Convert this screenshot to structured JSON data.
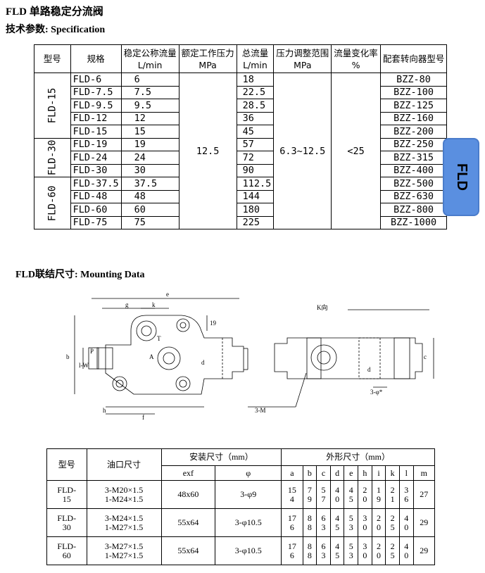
{
  "page": {
    "title": "FLD 单路稳定分流阀",
    "spec_heading": "技术参数: Specification",
    "mount_heading": "FLD联结尺寸: Mounting Data",
    "side_tab": "FLD"
  },
  "spec": {
    "headers": [
      "型号",
      "规格",
      "稳定公称流量\nL/min",
      "额定工作压力\nMPa",
      "总流量\nL/min",
      "压力调整范围\nMPa",
      "流量变化率\n%",
      "配套转向器型号"
    ],
    "shared": {
      "pressure": "12.5",
      "range": "6.3~12.5",
      "rate": "<25"
    },
    "groups": [
      {
        "model": "FLD-15",
        "rows": [
          {
            "spec": "FLD-6",
            "flow": "6",
            "total": "18",
            "bzz": "BZZ-80"
          },
          {
            "spec": "FLD-7.5",
            "flow": "7.5",
            "total": "22.5",
            "bzz": "BZZ-100"
          },
          {
            "spec": "FLD-9.5",
            "flow": "9.5",
            "total": "28.5",
            "bzz": "BZZ-125"
          },
          {
            "spec": "FLD-12",
            "flow": "12",
            "total": "36",
            "bzz": "BZZ-160"
          },
          {
            "spec": "FLD-15",
            "flow": "15",
            "total": "45",
            "bzz": "BZZ-200"
          }
        ]
      },
      {
        "model": "FLD-30",
        "rows": [
          {
            "spec": "FLD-19",
            "flow": "19",
            "total": "57",
            "bzz": "BZZ-250"
          },
          {
            "spec": "FLD-24",
            "flow": "24",
            "total": "72",
            "bzz": "BZZ-315"
          },
          {
            "spec": "FLD-30",
            "flow": "30",
            "total": "90",
            "bzz": "BZZ-400"
          }
        ]
      },
      {
        "model": "FLD-60",
        "rows": [
          {
            "spec": "FLD-37.5",
            "flow": "37.5",
            "total": "112.5",
            "bzz": "BZZ-500"
          },
          {
            "spec": "FLD-48",
            "flow": "48",
            "total": "144",
            "bzz": "BZZ-630"
          },
          {
            "spec": "FLD-60",
            "flow": "60",
            "total": "180",
            "bzz": "BZZ-800"
          },
          {
            "spec": "FLD-75",
            "flow": "75",
            "total": "225",
            "bzz": "BZZ-1000"
          }
        ]
      }
    ]
  },
  "drawing": {
    "labels": {
      "e": "e",
      "g": "g",
      "k": "k",
      "c19": "19",
      "T": "T",
      "A": "A",
      "P": "P",
      "lw": "l-W",
      "b": "b",
      "d": "d",
      "h": "h",
      "f": "f",
      "K": "K向",
      "c": "c",
      "m": "3-M",
      "phi": "3-φ*",
      "d2": "d"
    }
  },
  "mount": {
    "head1": [
      "型号",
      "油口尺寸",
      "安装尺寸（mm）",
      "外形尺寸（mm）"
    ],
    "head2": [
      "exf",
      "φ",
      "a",
      "b",
      "c",
      "d",
      "e",
      "h",
      "i",
      "k",
      "l",
      "m"
    ],
    "rows": [
      {
        "model": [
          "FLD-",
          "15"
        ],
        "port": [
          "3-M20×1.5",
          "1-M24×1.5"
        ],
        "exf": "48x60",
        "phi": "3-φ9",
        "dims": [
          [
            "15",
            "4"
          ],
          [
            "7",
            "9"
          ],
          [
            "5",
            "7"
          ],
          [
            "4",
            "0"
          ],
          [
            "4",
            "5"
          ],
          [
            "2",
            "0"
          ],
          [
            "1",
            "9"
          ],
          [
            "2",
            "1"
          ],
          [
            "3",
            "6"
          ]
        ],
        "m": "27"
      },
      {
        "model": [
          "FLD-",
          "30"
        ],
        "port": [
          "3-M24×1.5",
          "1-M27×1.5"
        ],
        "exf": "55x64",
        "phi": "3-φ10.5",
        "dims": [
          [
            "17",
            "6"
          ],
          [
            "8",
            "8"
          ],
          [
            "6",
            "3"
          ],
          [
            "4",
            "5"
          ],
          [
            "5",
            "3"
          ],
          [
            "3",
            "0"
          ],
          [
            "2",
            "0"
          ],
          [
            "2",
            "5"
          ],
          [
            "4",
            "0"
          ]
        ],
        "m": "29"
      },
      {
        "model": [
          "FLD-",
          "60"
        ],
        "port": [
          "3-M27×1.5",
          "1-M27×1.5"
        ],
        "exf": "55x64",
        "phi": "3-φ10.5",
        "dims": [
          [
            "17",
            "6"
          ],
          [
            "8",
            "8"
          ],
          [
            "6",
            "3"
          ],
          [
            "4",
            "5"
          ],
          [
            "5",
            "3"
          ],
          [
            "3",
            "0"
          ],
          [
            "2",
            "0"
          ],
          [
            "2",
            "5"
          ],
          [
            "4",
            "0"
          ]
        ],
        "m": "29"
      }
    ]
  }
}
